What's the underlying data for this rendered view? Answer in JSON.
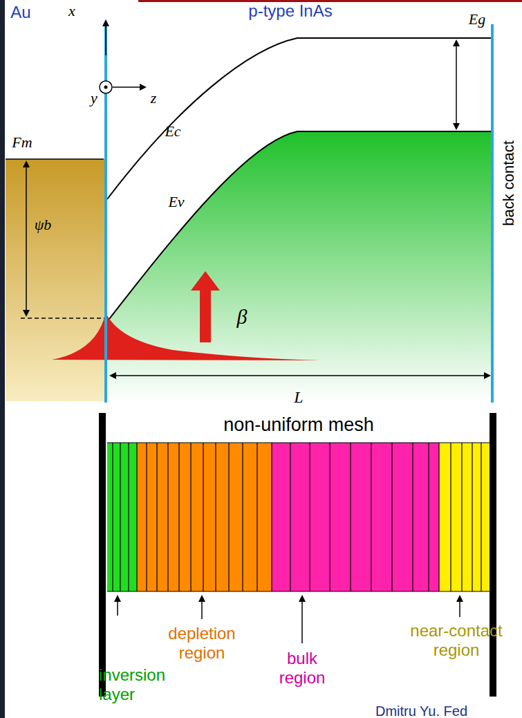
{
  "diagram": {
    "labels": [
      "Au",
      "x",
      "y",
      "z",
      "p-type InAs",
      "Fm",
      "ψb",
      "Ec",
      "Ev",
      "Eg",
      "β",
      "L",
      "back contact",
      "non-uniform mesh",
      "depletion region",
      "inversion layer",
      "bulk region",
      "near-contact region",
      "Dmitru Yu. Fed"
    ]
  }
}
